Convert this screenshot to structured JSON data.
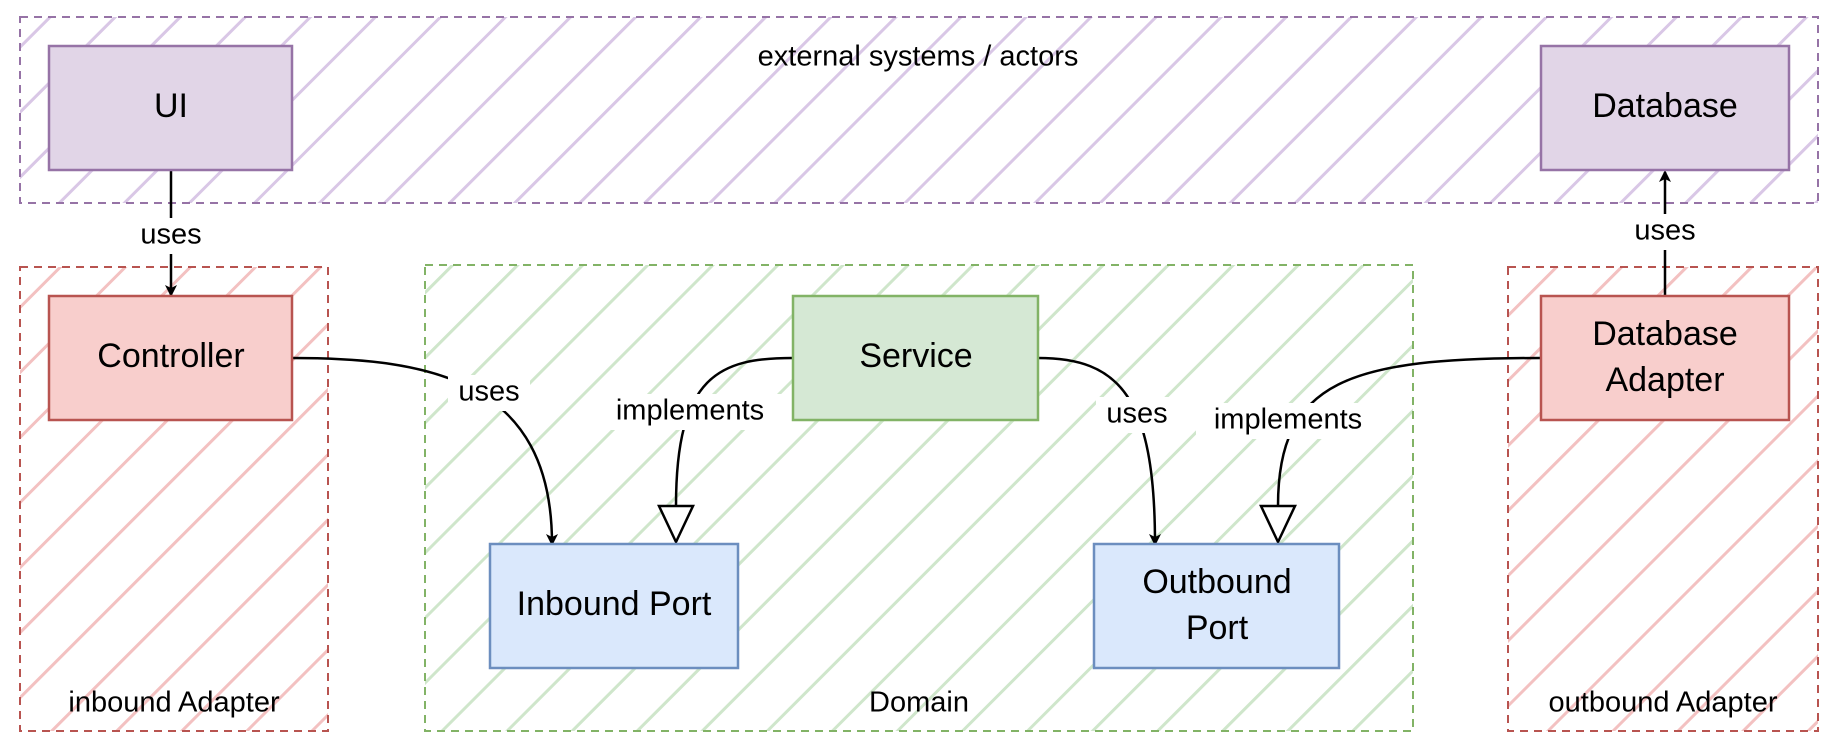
{
  "diagram": {
    "groups": {
      "external": {
        "label": "external systems / actors"
      },
      "inbound_adapter": {
        "label": "inbound Adapter"
      },
      "domain": {
        "label": "Domain"
      },
      "outbound_adapter": {
        "label": "outbound Adapter"
      }
    },
    "nodes": {
      "ui": {
        "label": "UI"
      },
      "database": {
        "label": "Database"
      },
      "controller": {
        "label": "Controller"
      },
      "service": {
        "label": "Service"
      },
      "database_adapter": {
        "line1": "Database",
        "line2": "Adapter"
      },
      "inbound_port": {
        "label": "Inbound Port"
      },
      "outbound_port": {
        "line1": "Outbound",
        "line2": "Port"
      }
    },
    "edges": {
      "ui_controller": {
        "label": "uses"
      },
      "controller_inbound": {
        "label": "uses"
      },
      "service_inbound": {
        "label": "implements"
      },
      "service_outbound": {
        "label": "uses"
      },
      "adapter_outbound": {
        "label": "implements"
      },
      "adapter_database": {
        "label": "uses"
      }
    },
    "colors": {
      "external_stroke": "#9673a6",
      "external_fill": "#e1d5e7",
      "external_hatch": "#d9c7e6",
      "adapter_stroke": "#b85450",
      "adapter_fill": "#f8cecc",
      "adapter_hatch": "#f3c1c1",
      "domain_stroke": "#82b366",
      "domain_fill": "#d5e8d4",
      "domain_hatch": "#cfe6cb",
      "port_stroke": "#6c8ebf",
      "port_fill": "#dae8fc"
    }
  }
}
